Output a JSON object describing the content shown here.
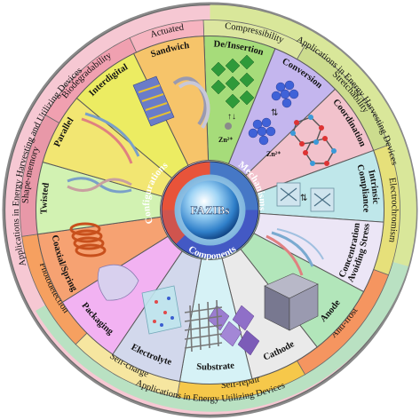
{
  "center": {
    "title": "FAZIBs"
  },
  "hub": {
    "configurations": "Configurations",
    "mechanisms": "Mechanisms",
    "components": "Components"
  },
  "outer_ring": {
    "harvesting_utilizing": "Applications in Energy Harvesting and Utilizing Devices",
    "harvesting": "Applications in Energy Harvesting Devices",
    "utilizing": "Applications in Energy Utilizing Devices"
  },
  "features": [
    "Compressibility",
    "Stretchability",
    "Electrochromism",
    "Anti-frost",
    "Self-repair",
    "Self-charge",
    "Photodetection",
    "Shape-memory",
    "Biodegradability",
    "Actuated"
  ],
  "sectors": [
    {
      "label": "De/Insertion"
    },
    {
      "label": "Conversion"
    },
    {
      "label": "Coordination"
    },
    {
      "label": "Intrinsic Compliance"
    },
    {
      "label": "Avoiding Stress Concentration"
    },
    {
      "label": "Anode"
    },
    {
      "label": "Cathode"
    },
    {
      "label": "Substrate"
    },
    {
      "label": "Electrolyte"
    },
    {
      "label": "Packaging"
    },
    {
      "label": "Coaxial/Spring"
    },
    {
      "label": "Twisted"
    },
    {
      "label": "Parallel"
    },
    {
      "label": "Interdigital"
    },
    {
      "label": "Sandwich"
    }
  ],
  "ions": {
    "zn_a": "Zn²⁺",
    "zn_b": "Zn²⁺"
  },
  "colors": {
    "outer_ring": "#f4c3cf",
    "mech_hub": "#4a78c8",
    "comp_hub": "#4a5fc8",
    "config_hub": "#e05030"
  }
}
